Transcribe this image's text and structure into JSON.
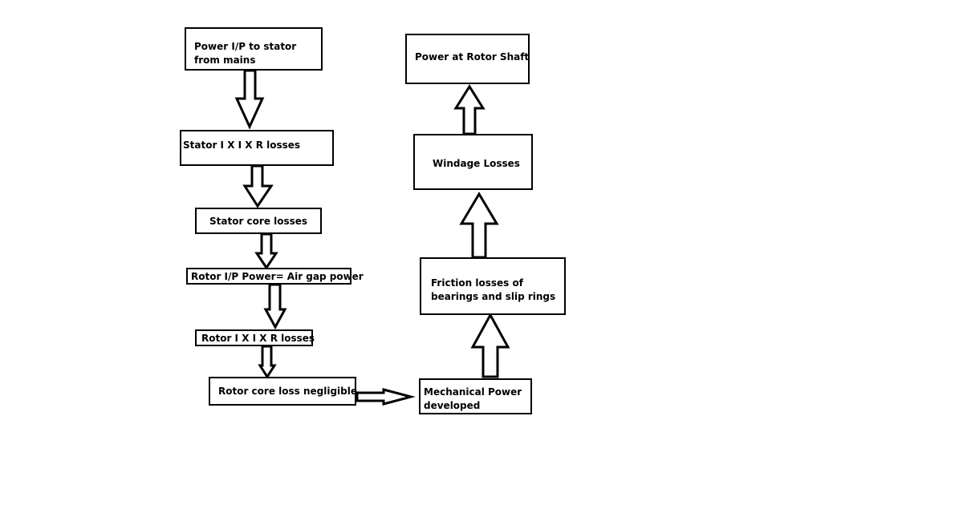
{
  "diagram": {
    "background": "#ffffff",
    "boxes": {
      "power_input": "Power I/P to stator from mains",
      "stator_copper_losses": "Stator I X I X R losses",
      "stator_core_losses": "Stator core losses",
      "rotor_input": "Rotor I/P Power= Air gap power",
      "rotor_copper_losses": "Rotor I X I X R losses",
      "rotor_core_loss": "Rotor core loss negligible",
      "mechanical_power": "Mechanical Power developed",
      "friction_losses": "Friction losses of bearings and slip rings",
      "windage_losses": "Windage Losses",
      "rotor_shaft_power": "Power at Rotor Shaft"
    }
  }
}
